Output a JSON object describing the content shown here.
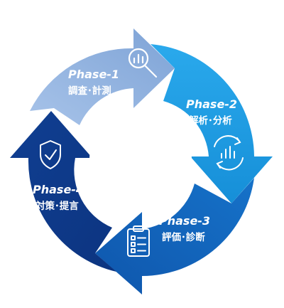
{
  "phases": [
    {
      "title": "Phase-1",
      "subtitle": "調査･計測",
      "color": "#8fb0de",
      "icon": "magnifier-chart-icon"
    },
    {
      "title": "Phase-2",
      "subtitle": "解析･分析",
      "color": "#1e9fe6",
      "icon": "cycle-chart-icon"
    },
    {
      "title": "Phase-3",
      "subtitle": "評価･診断",
      "color": "#1163bb",
      "icon": "clipboard-icon"
    },
    {
      "title": "Phase-4",
      "subtitle": "対策･提言",
      "color": "#0e3e8e",
      "icon": "shield-check-icon"
    }
  ]
}
